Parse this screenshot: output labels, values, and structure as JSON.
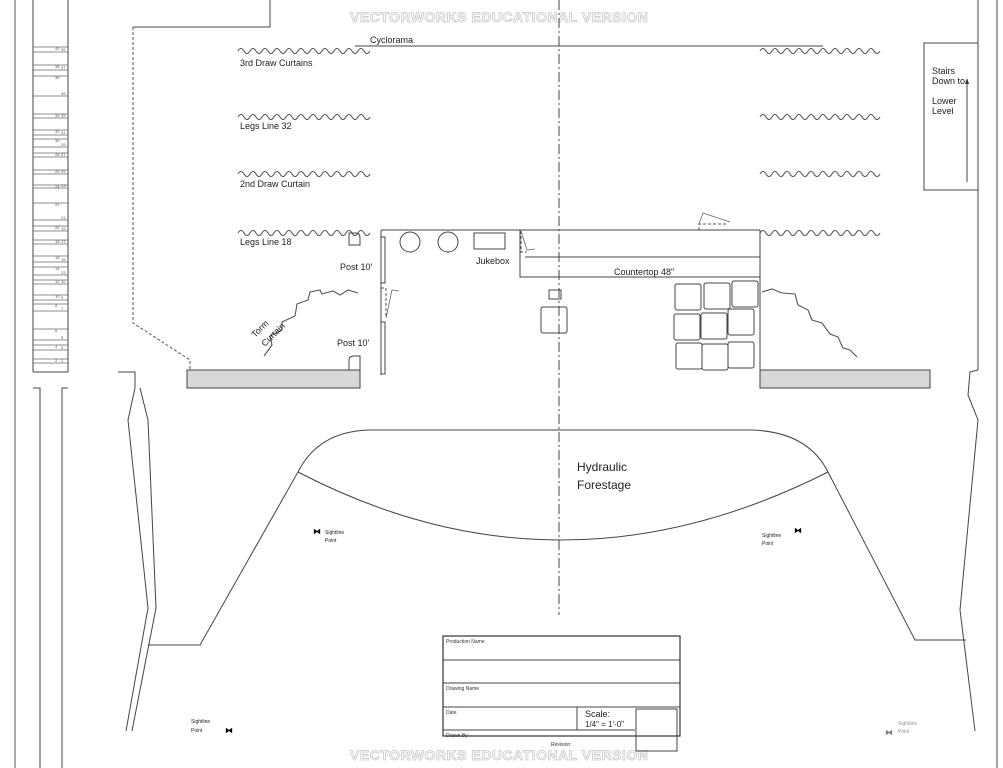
{
  "watermark": "VECTORWORKS EDUCATIONAL VERSION",
  "labels": {
    "cyclorama": "Cyclorama",
    "third_draw": "3rd Draw Curtains",
    "legs_32": "Legs  Line 32",
    "second_draw": "2nd Draw Curtain",
    "legs_18": "Legs  Line 18",
    "post_upper": "Post 10'",
    "post_lower": "Post 10'",
    "torm_1": "Torm",
    "torm_2": "Curtain",
    "jukebox": "Jukebox",
    "countertop": "Countertop 48\"",
    "stairs_1": "Stairs",
    "stairs_2": "Down to",
    "stairs_3": "Lower",
    "stairs_4": "Level",
    "forestage_1": "Hydraulic",
    "forestage_2": "Forestage",
    "sightline_1": "Sightline",
    "sightline_2": "Point"
  },
  "title_block": {
    "production_name": "Production Name",
    "drawing_name": "Drawing Name",
    "date": "Date",
    "scale_label": "Scale:",
    "scale_value": "1/4\" = 1'-0\"",
    "drawn_by": "Drawn By",
    "revision": "Revision:"
  },
  "linesets": [
    "40",
    "39",
    "38",
    "37",
    "36",
    "35",
    "34",
    "33",
    "32",
    "31",
    "30",
    "29",
    "28",
    "27",
    "26",
    "25",
    "24",
    "23",
    "22",
    "21",
    "20",
    "19",
    "18",
    "17",
    "16",
    "15",
    "14",
    "13",
    "12",
    "11",
    "10",
    "9",
    "8",
    "7",
    "6",
    "5",
    "4",
    "3",
    "2",
    "1"
  ],
  "colors": {
    "line": "#444444",
    "hatch": "#d8d8d8",
    "watermark": "#c8c8c8"
  }
}
